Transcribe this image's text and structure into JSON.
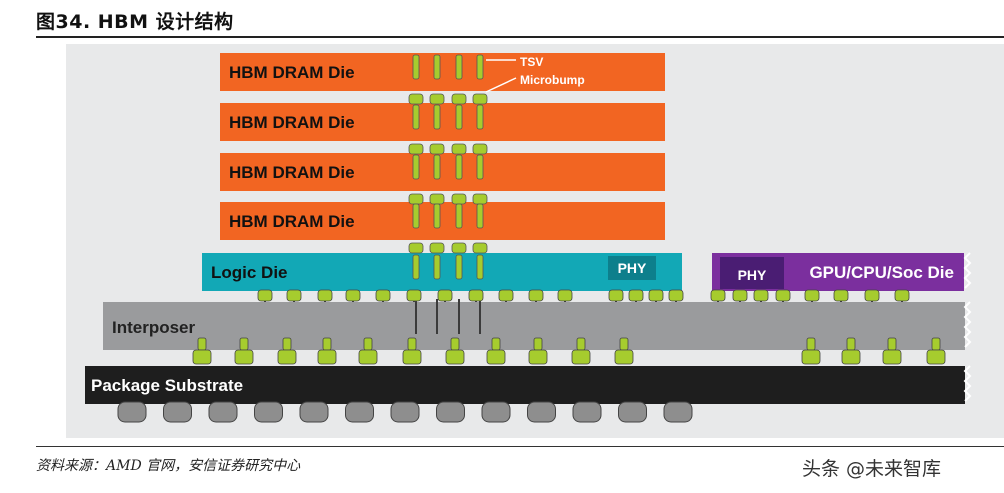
{
  "figure": {
    "title": "图34.  HBM 设计结构",
    "source": "资料来源：AMD 官网，安信证券研究中心",
    "watermark": "头条 @未来智库"
  },
  "diagram": {
    "dram_dies": [
      "HBM DRAM Die",
      "HBM DRAM Die",
      "HBM DRAM Die",
      "HBM DRAM Die"
    ],
    "annotations": {
      "tsv": "TSV",
      "microbump": "Microbump"
    },
    "logic_die": "Logic Die",
    "logic_phy": "PHY",
    "soc_phy": "PHY",
    "soc_die": "GPU/CPU/Soc Die",
    "interposer": "Interposer",
    "package_substrate": "Package Substrate"
  },
  "colors": {
    "dram_orange": "#f26522",
    "logic_teal": "#12a8b6",
    "logic_phy": "#0d7f8c",
    "soc_purple": "#7b2f9e",
    "soc_phy": "#4a1d73",
    "interposer_gray": "#9a9b9d",
    "substrate_black": "#1e1e1e",
    "bump_green": "#a6cc2e",
    "ball_gray": "#8e8e8e",
    "background_panel": "#e8e9ea"
  }
}
